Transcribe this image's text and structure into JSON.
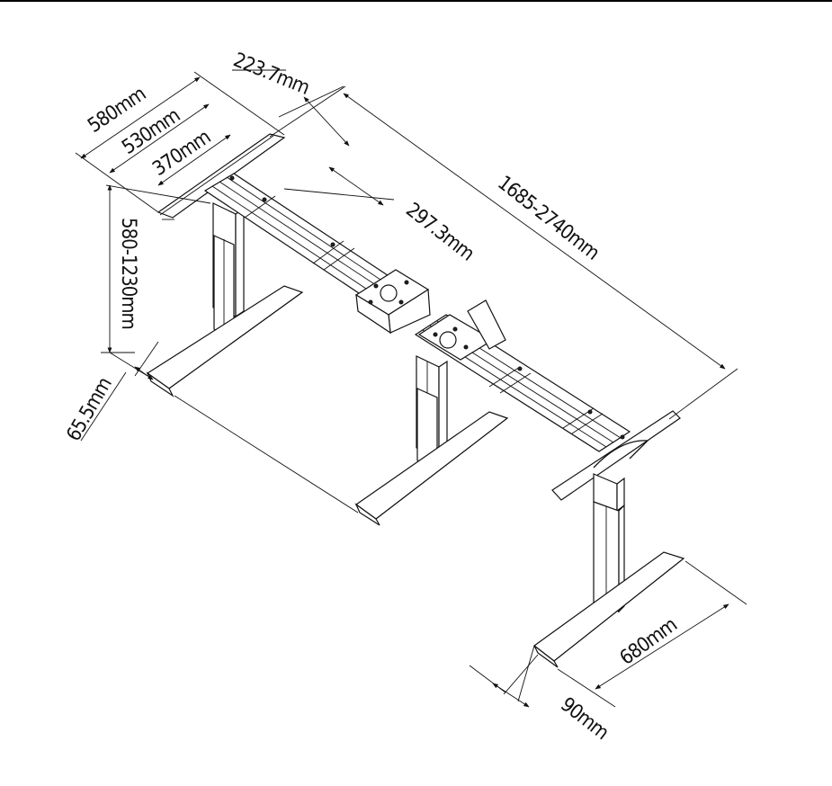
{
  "dimensions": {
    "frame_width": "580mm",
    "frame_width_inner": "530mm",
    "mount_spacing": "370mm",
    "end_offset": "223.7mm",
    "center_offset": "297.3mm",
    "length_range": "1685-2740mm",
    "height_range": "580-1230mm",
    "foot_height": "65.5mm",
    "foot_length": "680mm",
    "foot_width": "90mm"
  },
  "colors": {
    "line": "#111111",
    "background": "#ffffff"
  }
}
